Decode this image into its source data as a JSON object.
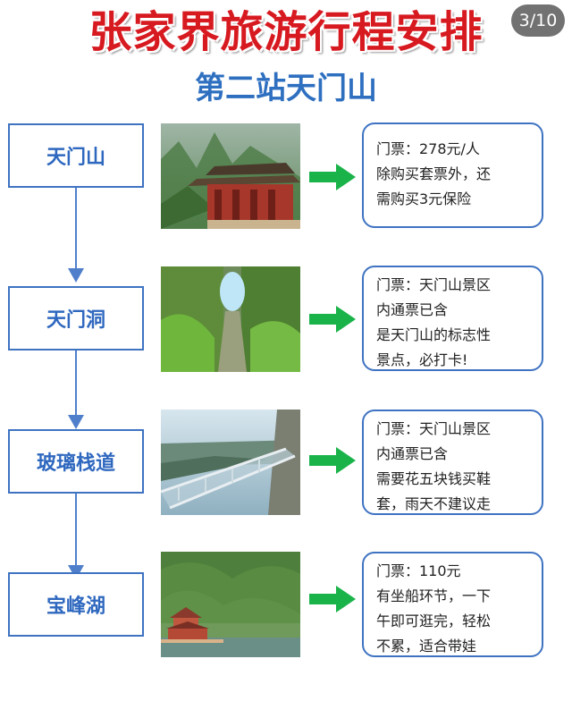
{
  "page_counter": "3/10",
  "title": "张家界旅游行程安排",
  "subtitle": "第二站天门山",
  "stops": [
    {
      "name": "天门山",
      "photo_icon": "temple-photo",
      "info": [
        "门票：278元/人",
        "除购买套票外，还",
        "需购买3元保险"
      ]
    },
    {
      "name": "天门洞",
      "photo_icon": "cave-photo",
      "info": [
        "门票：天门山景区",
        "内通票已含",
        "是天门山的标志性",
        "景点，必打卡!"
      ]
    },
    {
      "name": "玻璃栈道",
      "photo_icon": "glass-walkway-photo",
      "info": [
        "门票：天门山景区",
        "内通票已含",
        "需要花五块钱买鞋",
        "套，雨天不建议走"
      ]
    },
    {
      "name": "宝峰湖",
      "photo_icon": "lake-photo",
      "info": [
        "门票：110元",
        "有坐船环节，一下",
        "午即可逛完，轻松",
        "不累，适合带娃"
      ]
    }
  ],
  "colors": {
    "title_red": "#d71920",
    "accent_blue": "#2e6fc0",
    "border_blue": "#3f73c2",
    "arrow_green": "#1ab34a"
  }
}
